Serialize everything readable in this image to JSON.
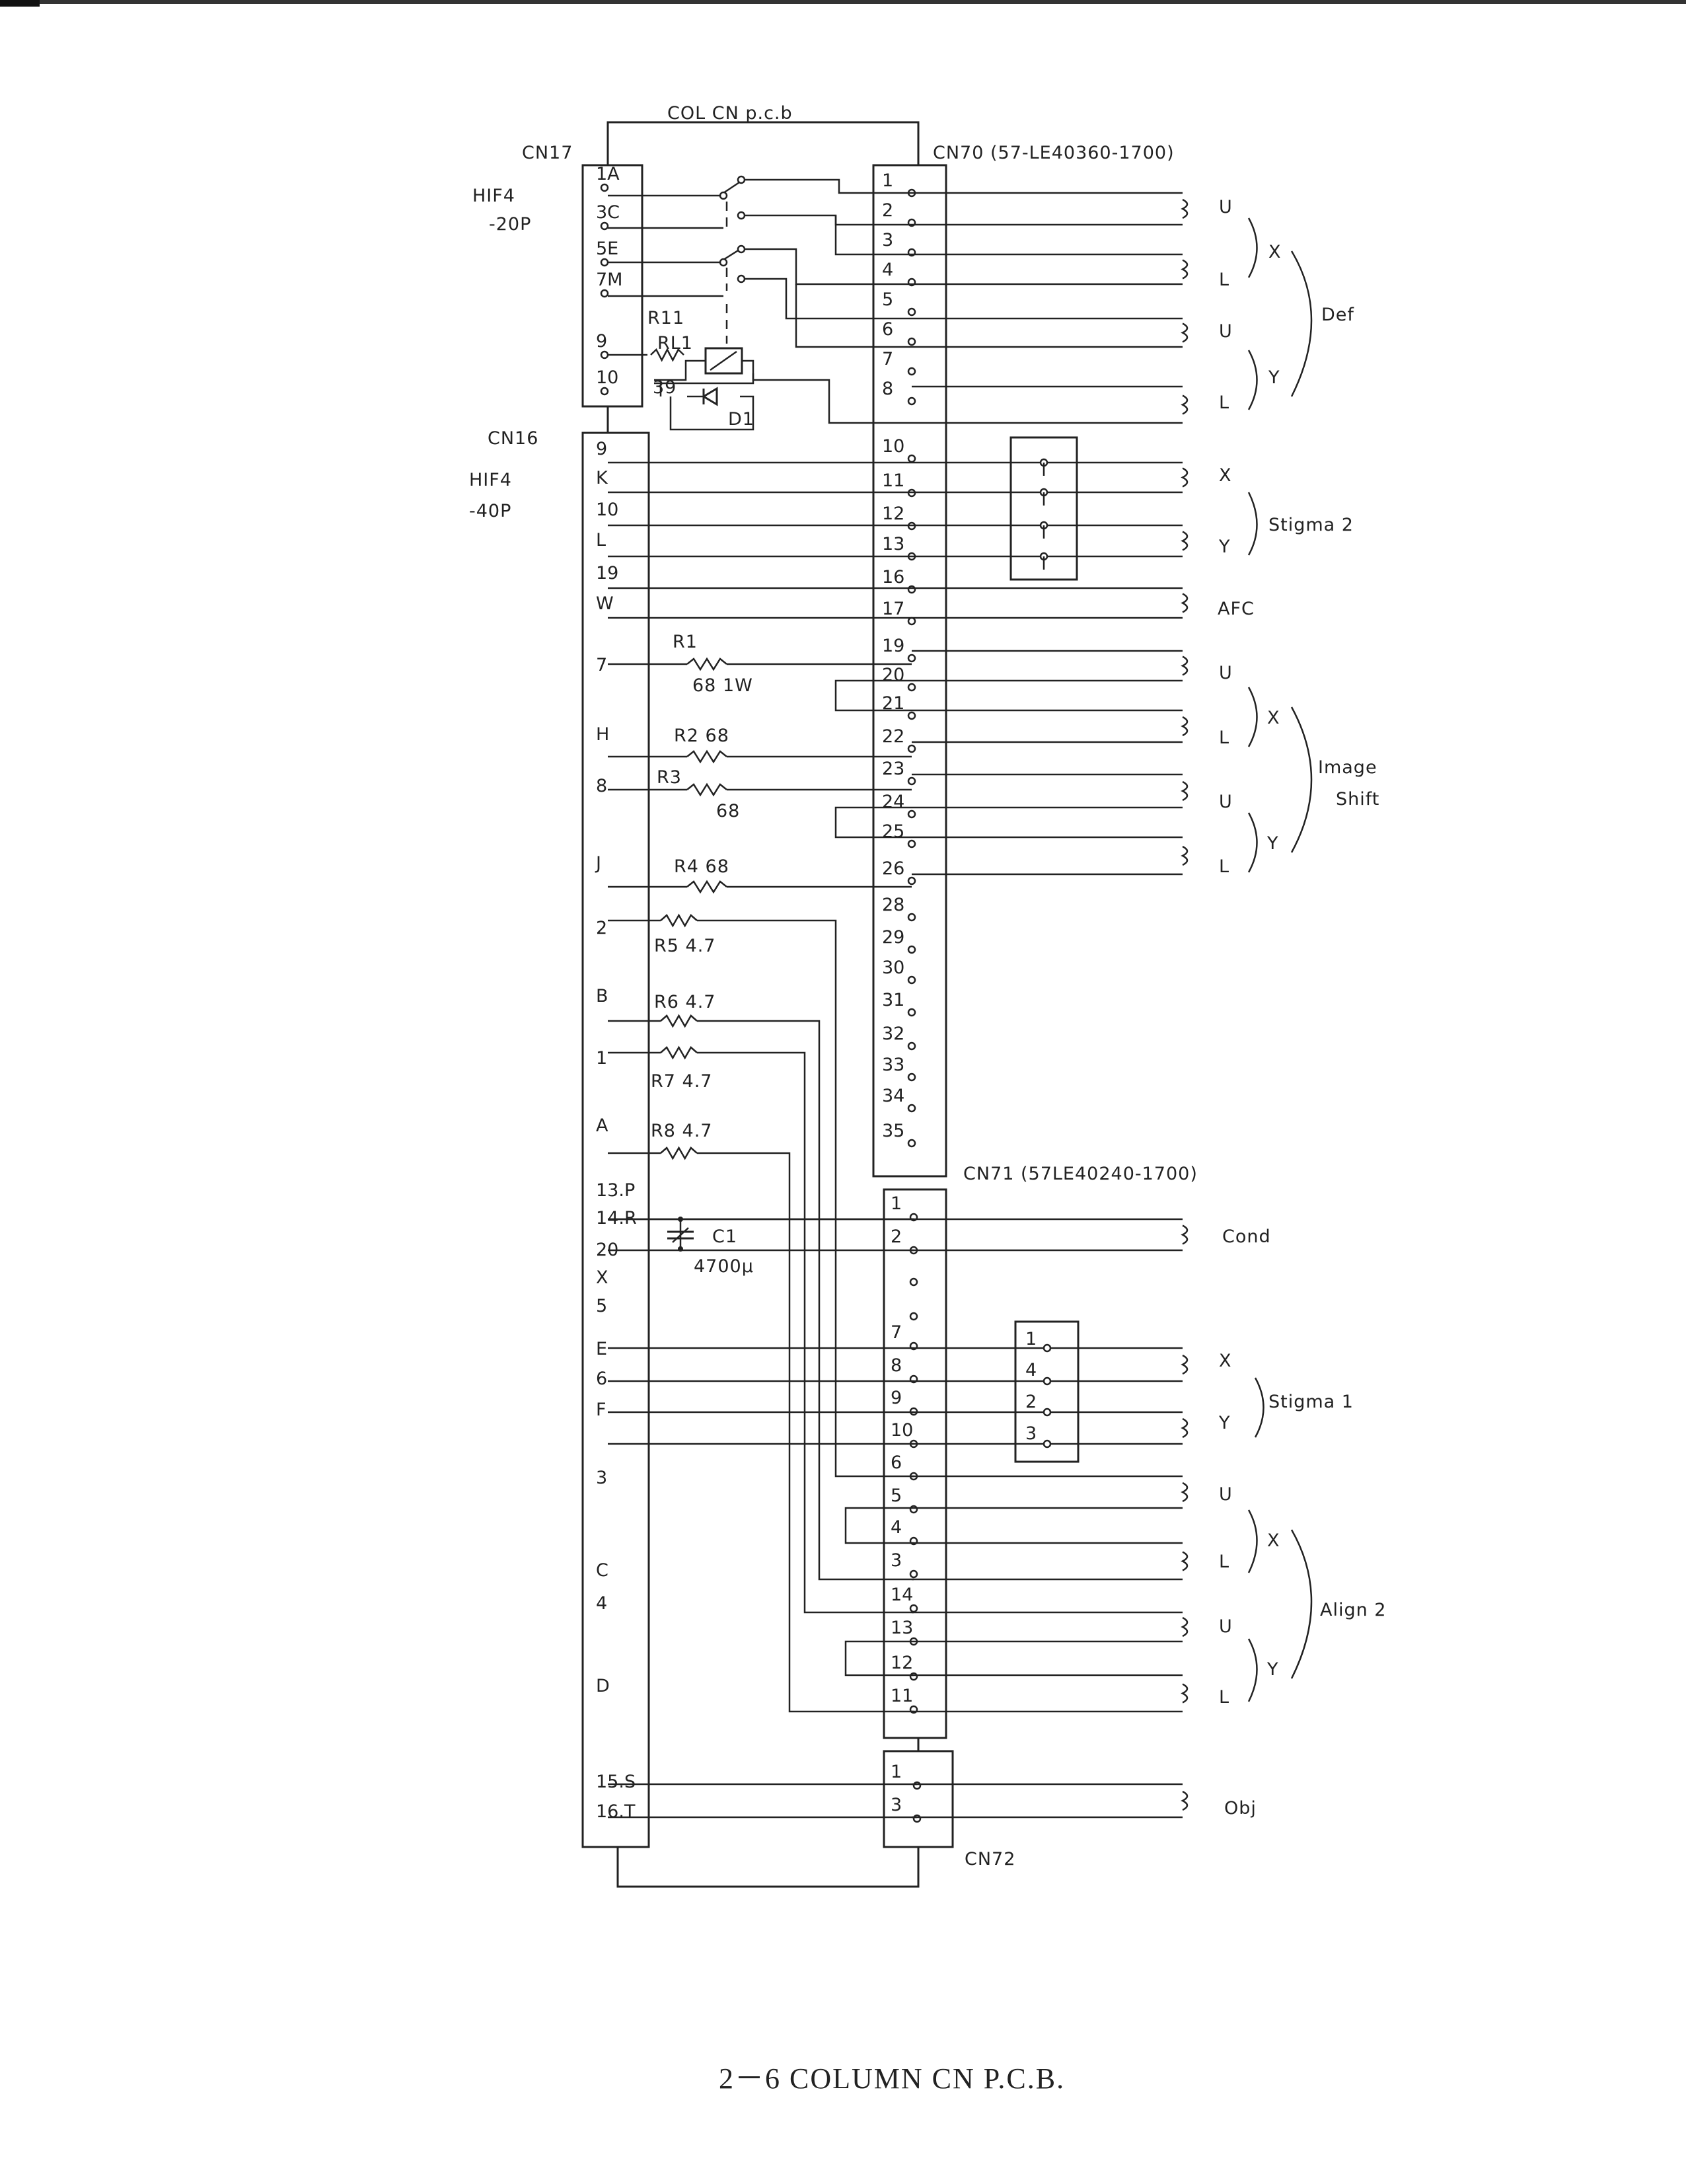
{
  "caption": "2－6  COLUMN CN P.C.B.",
  "board_label": "COL CN p.c.b",
  "connectors": {
    "cn17": {
      "name": "CN17",
      "type_line1": "HIF4",
      "type_line2": "-20P"
    },
    "cn16": {
      "name": "CN16",
      "type_line1": "HIF4",
      "type_line2": "-40P"
    },
    "cn70": {
      "name": "CN70 (57-LE40360-1700)"
    },
    "cn71": {
      "name": "CN71 (57LE40240-1700)"
    },
    "cn72": {
      "name": "CN72"
    }
  },
  "components": {
    "r11": "R11",
    "rl1": "RL1",
    "rl1_val": "39",
    "d1": "D1",
    "r1": "R1",
    "r1_val": "68 1W",
    "r2": "R2 68",
    "r3": "R3",
    "r3_val": "68",
    "r4": "R4 68",
    "r5": "R5 4.7",
    "r6": "R6 4.7",
    "r7": "R7 4.7",
    "r8": "R8 4.7",
    "c1": "C1",
    "c1_val": "4700μ"
  },
  "left_pins_cn17": [
    "1A",
    "3C",
    "5E",
    "7M",
    "9",
    "10"
  ],
  "left_pins_cn16": [
    "9",
    "K",
    "10",
    "L",
    "19",
    "W",
    "7",
    "H",
    "8",
    "J",
    "2",
    "B",
    "1",
    "A",
    "13.P",
    "14.R",
    "20",
    "X",
    "5",
    "E",
    "6",
    "F",
    "3",
    "C",
    "4",
    "D",
    "15.S",
    "16.T"
  ],
  "cn70_pins": [
    "1",
    "2",
    "3",
    "4",
    "5",
    "6",
    "7",
    "8",
    "10",
    "11",
    "12",
    "13",
    "16",
    "17",
    "19",
    "20",
    "21",
    "22",
    "23",
    "24",
    "25",
    "26",
    "28",
    "29",
    "30",
    "31",
    "32",
    "33",
    "34",
    "35"
  ],
  "cn71_pins": [
    "1",
    "2",
    "7",
    "8",
    "9",
    "10",
    "6",
    "5",
    "4",
    "3",
    "14",
    "13",
    "12",
    "11"
  ],
  "cn72_pins": [
    "1",
    "3"
  ],
  "stigma1_box_pins": [
    "1",
    "4",
    "2",
    "3"
  ],
  "coil_labels": {
    "def_xu": "U",
    "def_xl": "L",
    "def_yu": "U",
    "def_yl": "L",
    "def_x": "X",
    "def_y": "Y",
    "def": "Def",
    "stig2_x": "X",
    "stig2_y": "Y",
    "stig2": "Stigma 2",
    "afc": "AFC",
    "is_xu": "U",
    "is_xl": "L",
    "is_yu": "U",
    "is_yl": "L",
    "is_x": "X",
    "is_y": "Y",
    "is_1": "Image",
    "is_2": "Shift",
    "cond": "Cond",
    "stig1_x": "X",
    "stig1_y": "Y",
    "stig1": "Stigma 1",
    "al_xu": "U",
    "al_xl": "L",
    "al_yu": "U",
    "al_yl": "L",
    "al_x": "X",
    "al_y": "Y",
    "align": "Align 2",
    "obj": "Obj"
  }
}
